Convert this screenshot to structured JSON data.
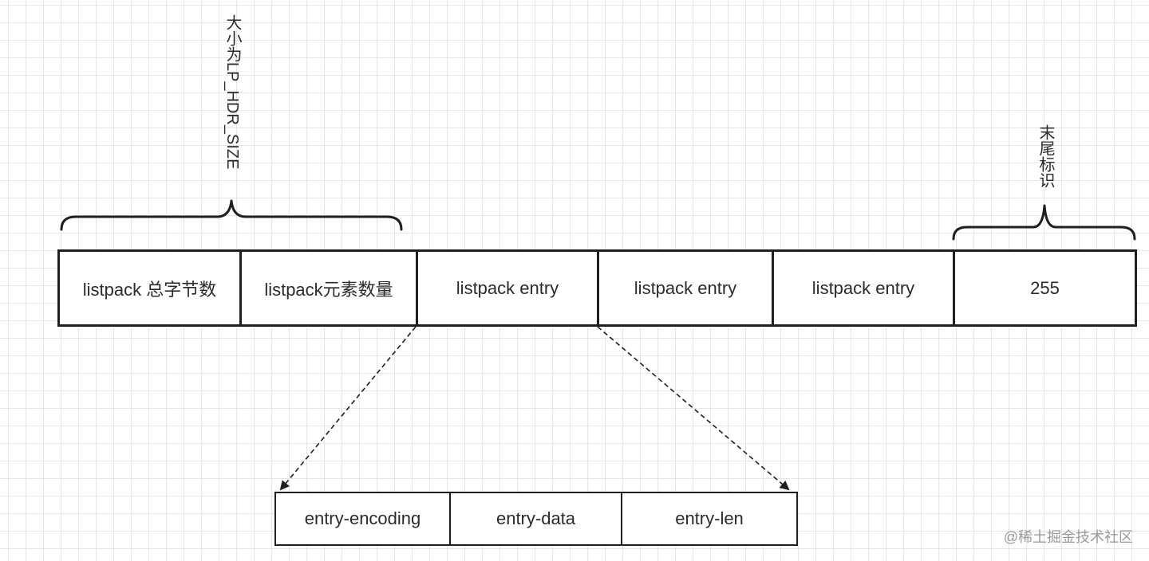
{
  "listpack": {
    "cells": [
      {
        "label": "listpack 总字节数"
      },
      {
        "label": "listpack元素数量"
      },
      {
        "label": "listpack entry"
      },
      {
        "label": "listpack entry"
      },
      {
        "label": "listpack entry"
      },
      {
        "label": "255"
      }
    ]
  },
  "entry": {
    "cells": [
      {
        "label": "entry-encoding"
      },
      {
        "label": "entry-data"
      },
      {
        "label": "entry-len"
      }
    ]
  },
  "annotations": {
    "header_label": "大小为LP_HDR_SIZE",
    "tail_label": "末尾标识"
  },
  "watermark": "@稀土掘金技术社区",
  "colors": {
    "stroke": "#1f1f1f",
    "text": "#2b2b2b",
    "grid": "#e6e6e6"
  }
}
